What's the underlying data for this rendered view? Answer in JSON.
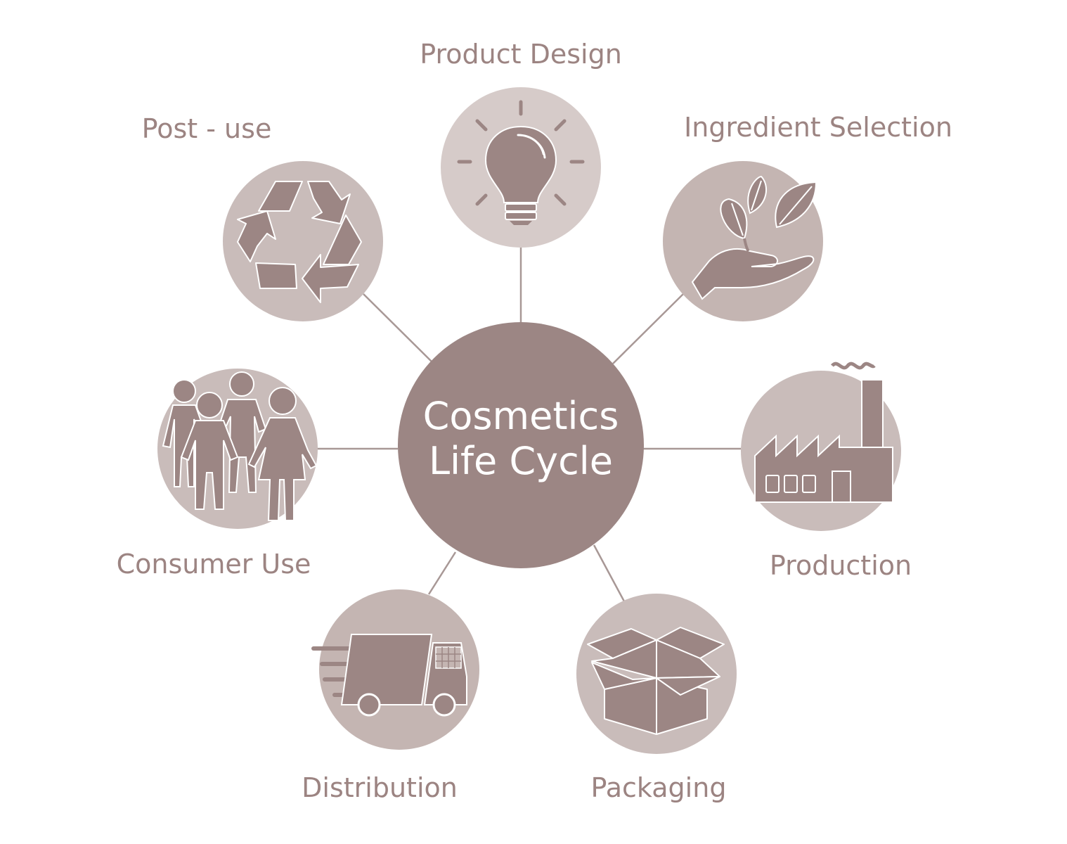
{
  "center": {
    "line1": "Cosmetics",
    "line2": "Life Cycle"
  },
  "stages": [
    {
      "label": "Product Design",
      "icon": "lightbulb-icon"
    },
    {
      "label": "Ingredient Selection",
      "icon": "hand-leaves-icon"
    },
    {
      "label": "Production",
      "icon": "factory-icon"
    },
    {
      "label": "Packaging",
      "icon": "open-box-icon"
    },
    {
      "label": "Distribution",
      "icon": "delivery-truck-icon"
    },
    {
      "label": "Consumer Use",
      "icon": "people-group-icon"
    },
    {
      "label": "Post - use",
      "icon": "recycle-icon"
    }
  ],
  "colors": {
    "center": "#9c8684",
    "node_light": "#d6cbc9",
    "node_mid": "#c4b5b2",
    "icon": "#9c8684",
    "connector": "#a89896",
    "text": "#9c8482"
  }
}
